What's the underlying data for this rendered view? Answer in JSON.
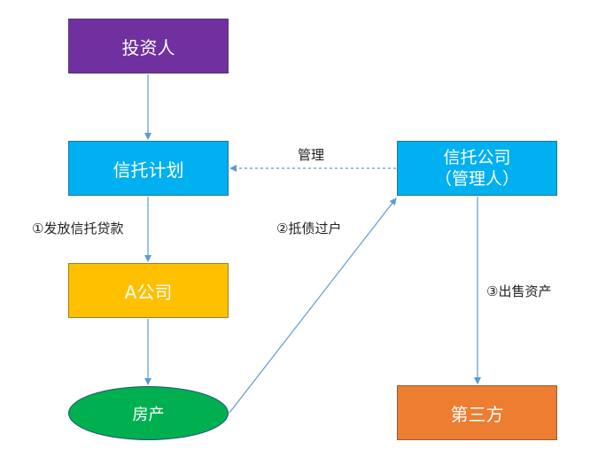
{
  "nodes": {
    "investor": "投资人",
    "trust_plan": "信托计划",
    "trust_company_line1": "信托公司",
    "trust_company_line2": "（管理人）",
    "a_company": "A公司",
    "property": "房产",
    "third_party": "第三方"
  },
  "edges": {
    "manage": "管理",
    "issue_loan": "①发放信托贷款",
    "debt_transfer": "②抵债过户",
    "sell_asset": "③出售资产"
  },
  "colors": {
    "investor": "#7030a0",
    "trust": "#00b0f0",
    "a_company": "#ffc000",
    "property": "#00b050",
    "third_party": "#ed7d31",
    "connector": "#5b9bd5"
  }
}
